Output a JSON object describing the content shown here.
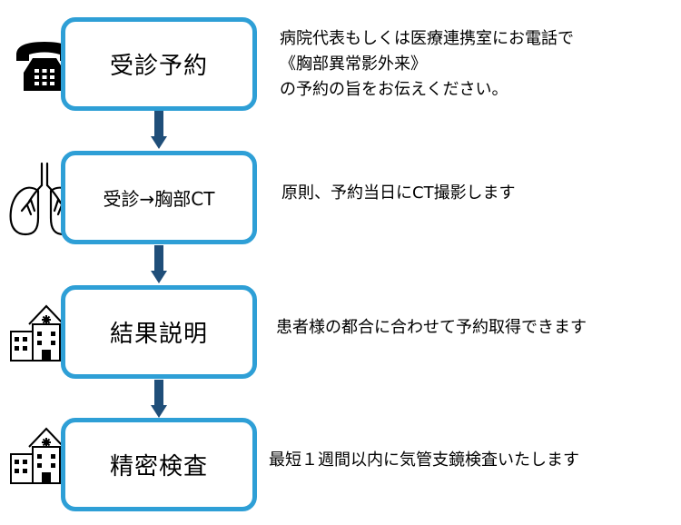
{
  "colors": {
    "box_border": "#2e9fd6",
    "arrow": "#1f4e79",
    "text": "#000000"
  },
  "steps": [
    {
      "label": "受診予約",
      "icon": "telephone-icon",
      "description": [
        "病院代表もしくは医療連携室にお電話で",
        "《胸部異常影外来》",
        "の予約の旨をお伝えください。"
      ]
    },
    {
      "label": "受診→胸部CT",
      "icon": "lungs-icon",
      "description": [
        "原則、予約当日にCT撮影します"
      ]
    },
    {
      "label": "結果説明",
      "icon": "hospital-icon",
      "description": [
        "患者様の都合に合わせて予約取得できます"
      ]
    },
    {
      "label": "精密検査",
      "icon": "hospital-icon",
      "description": [
        "最短１週間以内に気管支鏡検査いたします"
      ]
    }
  ]
}
